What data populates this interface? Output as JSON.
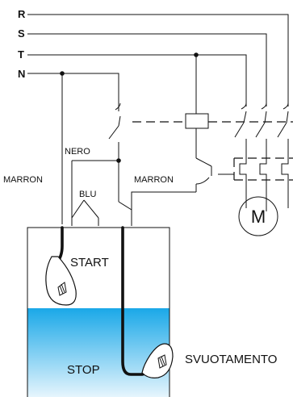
{
  "lines": {
    "r": "R",
    "s": "S",
    "t": "T",
    "n": "N"
  },
  "wires": {
    "nero": "NERO",
    "marron_left": "MARRON",
    "marron_right": "MARRON",
    "blu": "BLU"
  },
  "floats": {
    "start": "START",
    "stop": "STOP"
  },
  "motor": {
    "symbol": "M"
  },
  "caption": "SVUOTAMENTO",
  "colors": {
    "water_top": "#1aa8e8",
    "water_bottom": "#e6f5fd",
    "ink": "#111111"
  }
}
